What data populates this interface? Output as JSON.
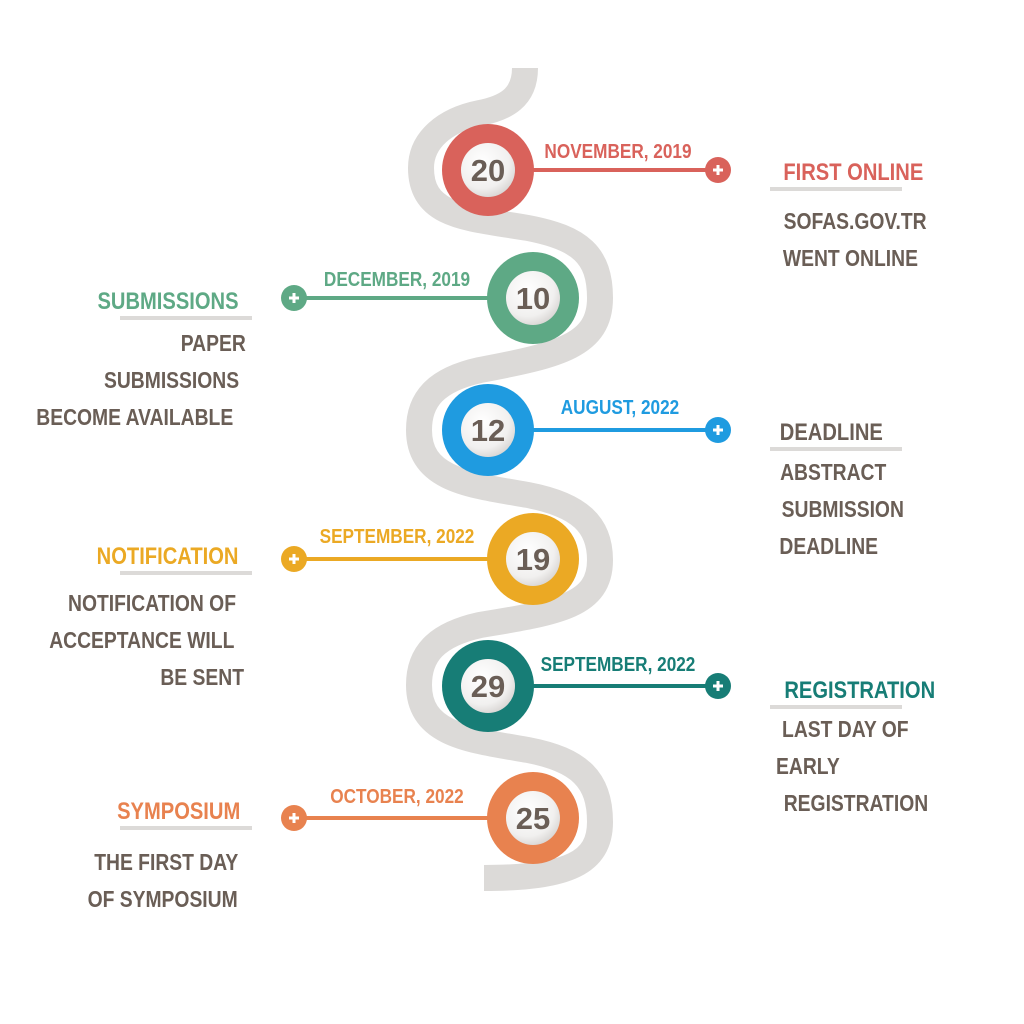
{
  "colors": {
    "path": "#dcdad8",
    "text": "#6a5e56",
    "underline": "#dcdad8"
  },
  "milestones": [
    {
      "day": "20",
      "date": "NOVEMBER, 2019",
      "title": "FIRST ONLINE",
      "lines": [
        "SOFAS.GOV.TR",
        "WENT ONLINE"
      ],
      "color": "#d9625b",
      "title_color": "#d9625b"
    },
    {
      "day": "10",
      "date": "DECEMBER, 2019",
      "title": "SUBMISSIONS",
      "lines": [
        "PAPER",
        "SUBMISSIONS",
        "BECOME AVAILABLE"
      ],
      "color": "#5ea985",
      "title_color": "#5ea985"
    },
    {
      "day": "12",
      "date": "AUGUST, 2022",
      "title": "DEADLINE",
      "lines": [
        "ABSTRACT",
        "SUBMISSION",
        "DEADLINE"
      ],
      "color": "#1f9be0",
      "title_color": "#6a5e56"
    },
    {
      "day": "19",
      "date": "SEPTEMBER, 2022",
      "title": "NOTIFICATION",
      "lines": [
        "NOTIFICATION OF",
        "ACCEPTANCE WILL",
        "BE SENT"
      ],
      "color": "#eba924",
      "title_color": "#eba924"
    },
    {
      "day": "29",
      "date": "SEPTEMBER, 2022",
      "title": "REGISTRATION",
      "lines": [
        "LAST DAY OF",
        "EARLY",
        "REGISTRATION"
      ],
      "color": "#177d76",
      "title_color": "#177d76"
    },
    {
      "day": "25",
      "date": "OCTOBER, 2022",
      "title": "SYMPOSIUM",
      "lines": [
        "THE FIRST DAY",
        "OF SYMPOSIUM"
      ],
      "color": "#e8824f",
      "title_color": "#e8824f"
    }
  ]
}
